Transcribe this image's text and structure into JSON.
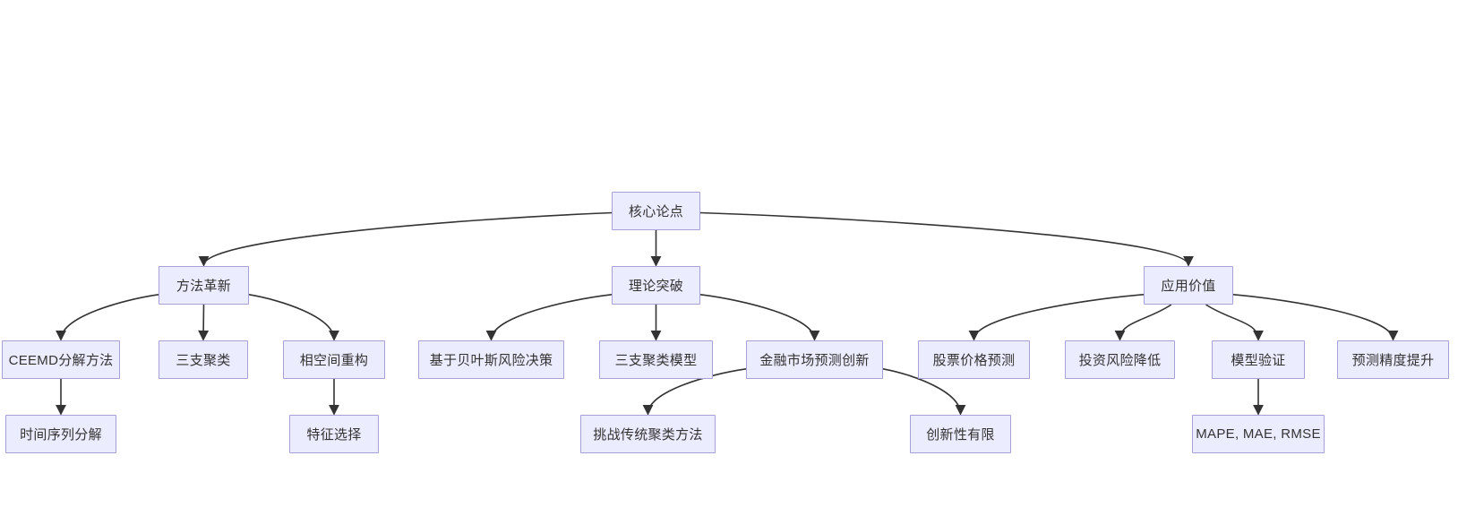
{
  "diagram": {
    "type": "flowchart-mindmap",
    "background": "#ffffff",
    "node_fill": "#ECECFF",
    "node_border": "#a7a0d6",
    "edge_color": "#333333",
    "text_color": "#333333",
    "nodes": [
      {
        "id": "root",
        "label": "核心论点"
      },
      {
        "id": "m",
        "label": "方法革新"
      },
      {
        "id": "t",
        "label": "理论突破"
      },
      {
        "id": "a",
        "label": "应用价值"
      },
      {
        "id": "m1",
        "label": "CEEMD分解方法"
      },
      {
        "id": "m2",
        "label": "三支聚类"
      },
      {
        "id": "m3",
        "label": "相空间重构"
      },
      {
        "id": "t1",
        "label": "基于贝叶斯风险决策"
      },
      {
        "id": "t2",
        "label": "三支聚类模型"
      },
      {
        "id": "t3",
        "label": "金融市场预测创新"
      },
      {
        "id": "a1",
        "label": "股票价格预测"
      },
      {
        "id": "a2",
        "label": "投资风险降低"
      },
      {
        "id": "a3",
        "label": "模型验证"
      },
      {
        "id": "a4",
        "label": "预测精度提升"
      },
      {
        "id": "m1c",
        "label": "时间序列分解"
      },
      {
        "id": "m3c",
        "label": "特征选择"
      },
      {
        "id": "t3c1",
        "label": "挑战传统聚类方法"
      },
      {
        "id": "t3c2",
        "label": "创新性有限"
      },
      {
        "id": "a3c",
        "label": "MAPE, MAE, RMSE"
      }
    ],
    "edges": [
      {
        "from": "root",
        "to": "m"
      },
      {
        "from": "root",
        "to": "t"
      },
      {
        "from": "root",
        "to": "a"
      },
      {
        "from": "m",
        "to": "m1"
      },
      {
        "from": "m",
        "to": "m2"
      },
      {
        "from": "m",
        "to": "m3"
      },
      {
        "from": "t",
        "to": "t1"
      },
      {
        "from": "t",
        "to": "t2"
      },
      {
        "from": "t",
        "to": "t3"
      },
      {
        "from": "a",
        "to": "a1"
      },
      {
        "from": "a",
        "to": "a2"
      },
      {
        "from": "a",
        "to": "a3"
      },
      {
        "from": "a",
        "to": "a4"
      },
      {
        "from": "m1",
        "to": "m1c"
      },
      {
        "from": "m3",
        "to": "m3c"
      },
      {
        "from": "t3",
        "to": "t3c1"
      },
      {
        "from": "t3",
        "to": "t3c2"
      },
      {
        "from": "a3",
        "to": "a3c"
      }
    ]
  }
}
